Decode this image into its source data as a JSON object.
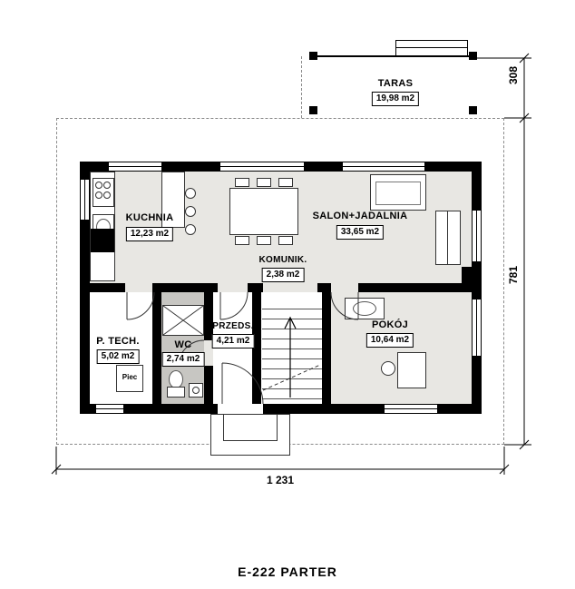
{
  "plan": {
    "title": "E-222 PARTER"
  },
  "rooms": {
    "taras": {
      "name": "TARAS",
      "area": "19,98 m2"
    },
    "kuchnia": {
      "name": "KUCHNIA",
      "area": "12,23 m2"
    },
    "salon": {
      "name": "SALON+JADALNIA",
      "area": "33,65 m2"
    },
    "komunik": {
      "name": "KOMUNIK.",
      "area": "2,38 m2"
    },
    "ptech": {
      "name": "P. TECH.",
      "area": "5,02 m2"
    },
    "wc": {
      "name": "WC",
      "area": "2,74 m2"
    },
    "przeds": {
      "name": "PRZEDS.",
      "area": "4,21 m2"
    },
    "pokoj": {
      "name": "POKÓJ",
      "area": "10,64 m2"
    }
  },
  "dimensions": {
    "terrace_depth": "308",
    "house_depth": "781",
    "house_width": "1 231"
  },
  "equipment": {
    "furnace": "Piec"
  },
  "colors": {
    "wall": "#000000",
    "floor": "#e8e7e3",
    "wc_floor": "#c7c6c2",
    "background": "#ffffff"
  }
}
